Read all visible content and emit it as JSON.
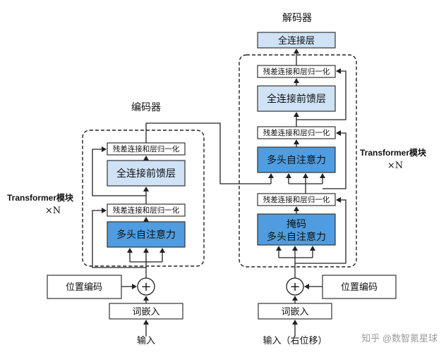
{
  "encoder": {
    "title": "编码器",
    "side_label": "Transformer模块",
    "side_n": "×N",
    "addnorm_top": "残差连接和层归一化",
    "ffn": "全连接前馈层",
    "addnorm_bottom": "残差连接和层归一化",
    "attention": "多头自注意力",
    "pos_encoding": "位置编码",
    "embedding": "词嵌入",
    "input": "输入",
    "plus": "+"
  },
  "decoder": {
    "title": "解码器",
    "fc": "全连接层",
    "side_label": "Transformer模块",
    "side_n": "×N",
    "addnorm_top": "残差连接和层归一化",
    "ffn": "全连接前馈层",
    "addnorm_mid": "残差连接和层归一化",
    "cross_attention": "多头自注意力",
    "addnorm_bottom": "残差连接和层归一化",
    "masked_line1": "掩码",
    "masked_line2": "多头自注意力",
    "pos_encoding": "位置编码",
    "embedding": "词嵌入",
    "input": "输入（右位移）",
    "plus": "+"
  },
  "watermark": "知乎 @数智氪星球",
  "colors": {
    "light_box": "#cfe2f6",
    "dark_box": "#4f9de0",
    "line": "#222222"
  }
}
